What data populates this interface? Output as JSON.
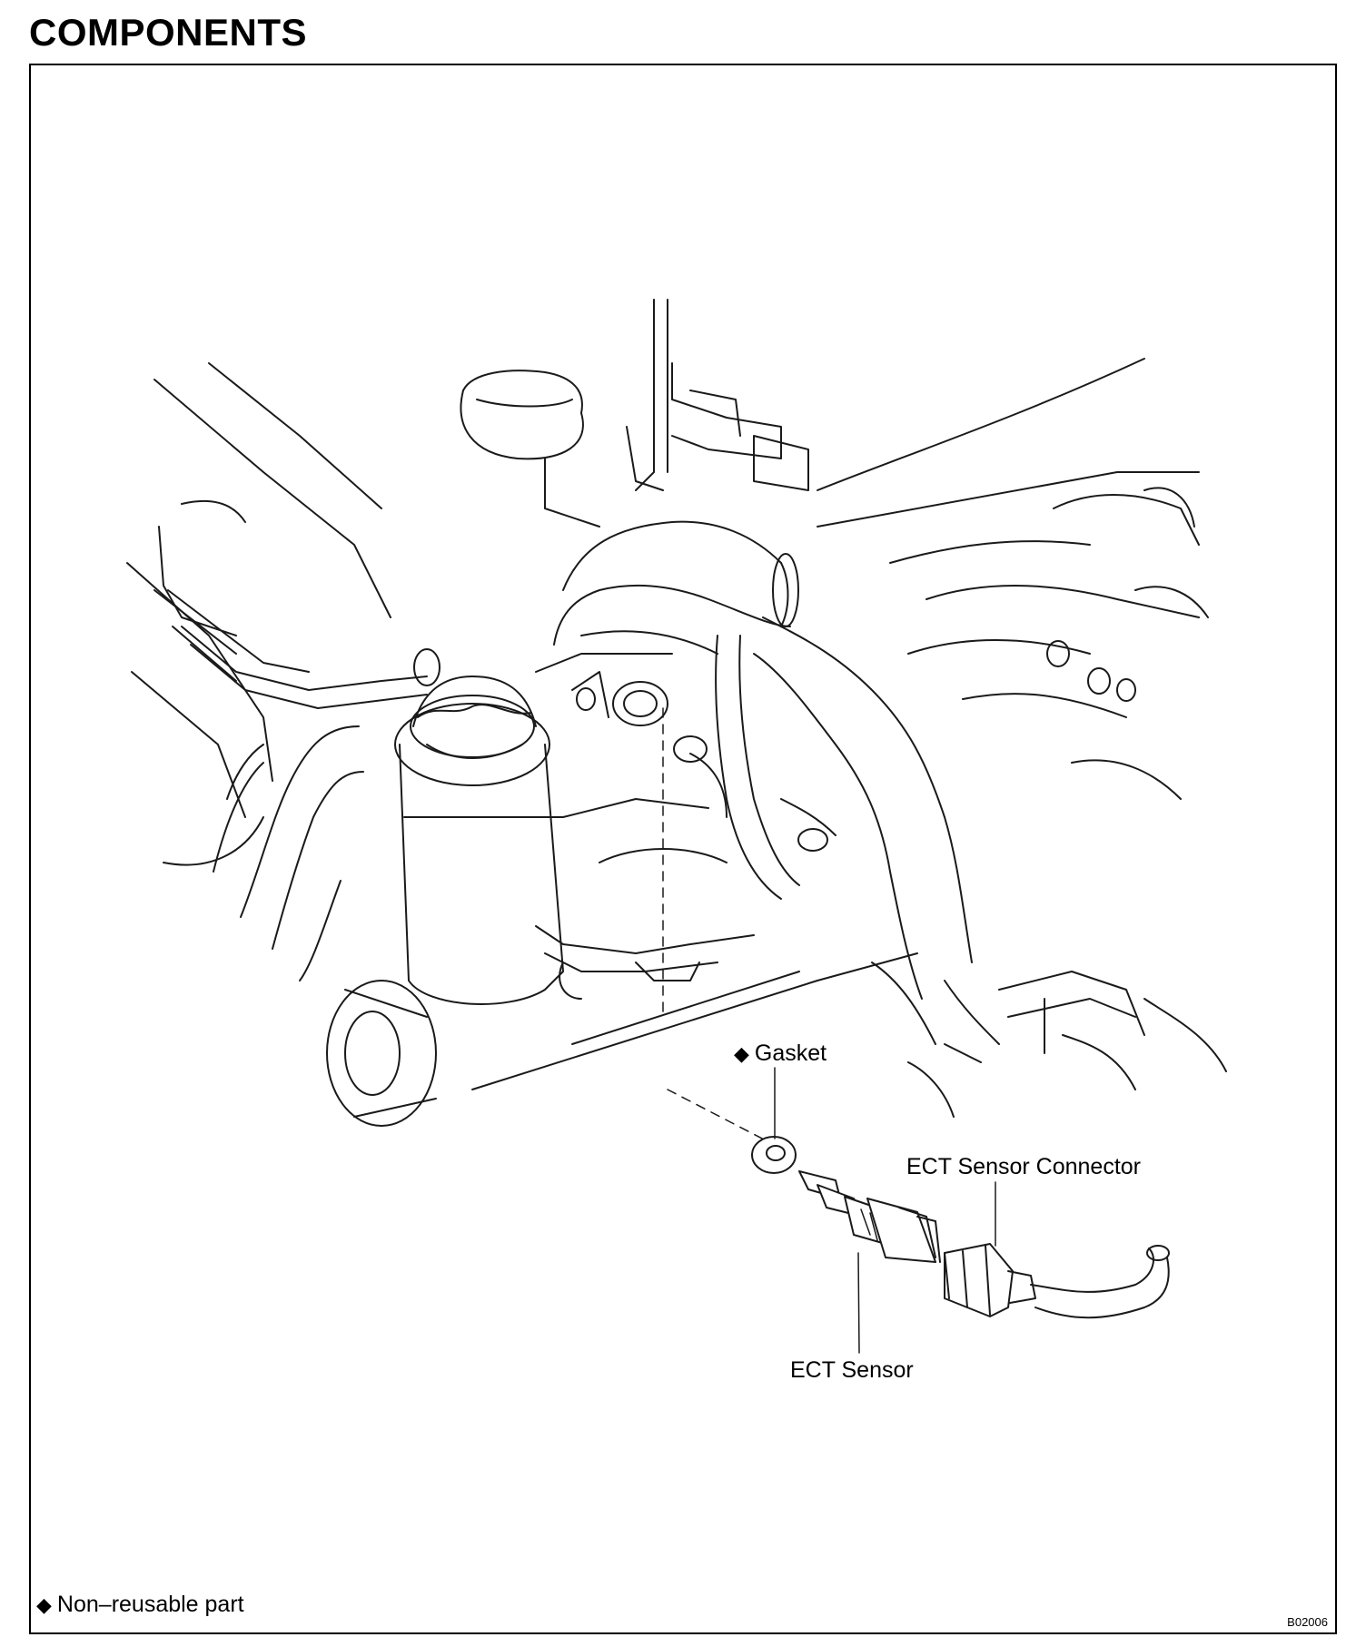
{
  "page": {
    "title": "COMPONENTS"
  },
  "labels": {
    "gasket": "Gasket",
    "ect_sensor_connector": "ECT Sensor Connector",
    "ect_sensor": "ECT Sensor"
  },
  "legend": {
    "symbol": "◆",
    "text": "Non–reusable part"
  },
  "figure_code": "B02006",
  "icons": {
    "non_reusable_marker": "black-diamond"
  }
}
